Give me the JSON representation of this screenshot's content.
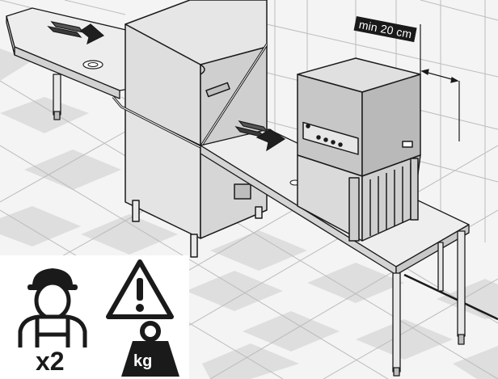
{
  "clearance": {
    "label": "min 20 cm"
  },
  "handling": {
    "workers": "x2",
    "weight_unit": "kg"
  },
  "icons": [
    "worker-icon",
    "warning-icon",
    "weight-icon",
    "direction-arrow-icon",
    "drain-icon"
  ],
  "colors": {
    "line": "#1a1a1a",
    "machine_body": "#d9d9d9",
    "machine_front": "#c4c4c4",
    "floor_tile": "#dedede",
    "wall_tile": "#f2f2f2"
  }
}
